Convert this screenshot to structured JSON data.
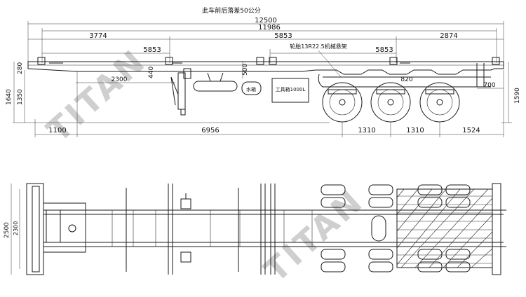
{
  "note_top": "此车前后落差50公分",
  "dims": {
    "total_length": "12500",
    "length_2": "11986",
    "d_3774": "3774",
    "d_5853_top": "5853",
    "d_2874": "2874",
    "d_5853_left": "5853",
    "d_5853_right": "5853",
    "axle_label": "轮胎13R22.5机械悬架",
    "d_280": "280",
    "d_440": "440",
    "d_500": "500",
    "d_2300": "2300",
    "d_1640": "1640",
    "d_1350": "1350",
    "d_1590": "1590",
    "d_820": "820",
    "d_700": "700",
    "d_1100": "1100",
    "d_6956": "6956",
    "d_1310a": "1310",
    "d_1310b": "1310",
    "d_1524": "1524",
    "d_2500": "2500",
    "d_2300_plan": "2300"
  },
  "parts": {
    "water_tank": "水箱",
    "tool_box": "工具箱1000L"
  },
  "watermark": "TITAN",
  "colors": {
    "line": "#1a1a1a",
    "watermark": "#cfcfcf"
  }
}
